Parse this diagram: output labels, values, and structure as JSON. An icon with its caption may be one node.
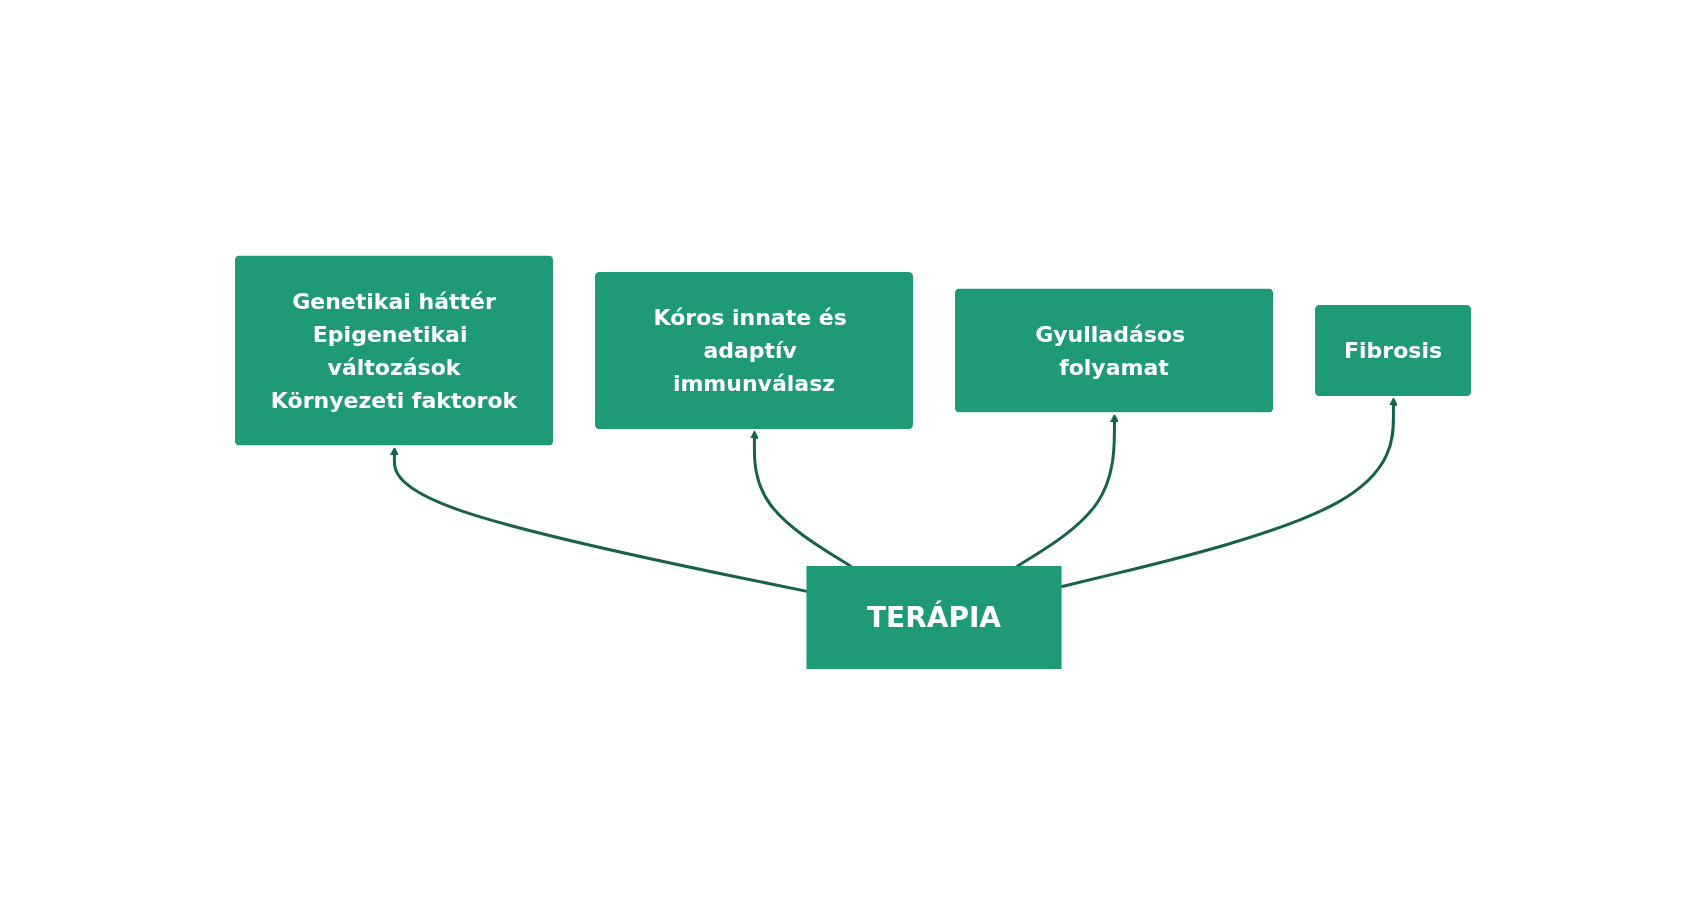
{
  "diagram": {
    "nodes": [
      {
        "text": [
          "Genetikai háttér",
          "Epigenetikai változások",
          "Környezeti faktorok"
        ]
      },
      {
        "text": [
          "Kóros innate és adaptív immunválasz"
        ]
      },
      {
        "text": [
          "Gyulladásos folyamat"
        ]
      },
      {
        "text": [
          "Fibrosis"
        ]
      },
      {
        "text": [
          "TERÁPIA"
        ]
      }
    ],
    "edges": [
      {
        "from": 4,
        "to": 0,
        "arrow": "to"
      },
      {
        "from": 4,
        "to": 1,
        "arrow": "to"
      },
      {
        "from": 4,
        "to": 2,
        "arrow": "to"
      },
      {
        "from": 4,
        "to": 3,
        "arrow": "to"
      }
    ]
  }
}
